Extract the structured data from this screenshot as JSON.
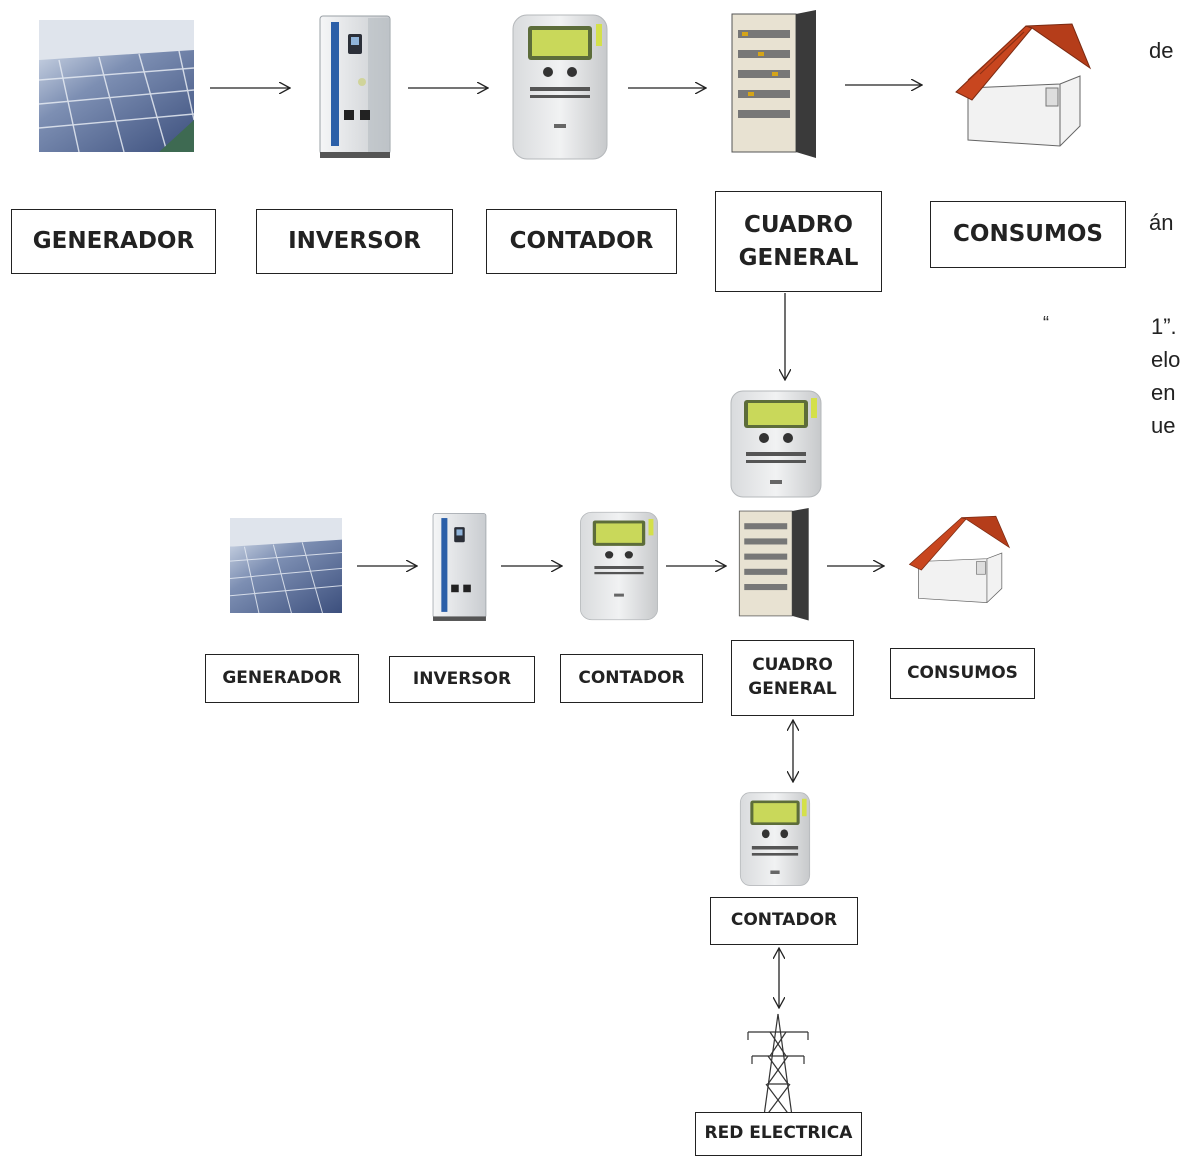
{
  "diagram_top": {
    "boxes": {
      "generador": "GENERADOR",
      "inversor": "INVERSOR",
      "contador": "CONTADOR",
      "cuadro_line1": "CUADRO",
      "cuadro_line2": "GENERAL",
      "consumos": "CONSUMOS"
    }
  },
  "diagram_bottom": {
    "boxes": {
      "generador": "GENERADOR",
      "inversor": "INVERSOR",
      "contador": "CONTADOR",
      "cuadro_line1": "CUADRO",
      "cuadro_line2": "GENERAL",
      "consumos": "CONSUMOS",
      "contador_red": "CONTADOR",
      "red_electrica": "RED ELECTRICA"
    }
  },
  "side_text": {
    "frag1": "de",
    "frag2": "án",
    "frag3": "“",
    "frag4": "1”.",
    "frag5": "elo",
    "frag6": "en",
    "frag7": "ue"
  },
  "colors": {
    "panel": "#4a5d8a",
    "roof": "#c8461f",
    "meter_lcd": "#c9d85a",
    "inverter": "#e8ebee"
  },
  "icons": [
    "solar-panel-icon",
    "inverter-icon",
    "meter-icon",
    "electrical-panel-icon",
    "house-icon",
    "power-tower-icon"
  ]
}
